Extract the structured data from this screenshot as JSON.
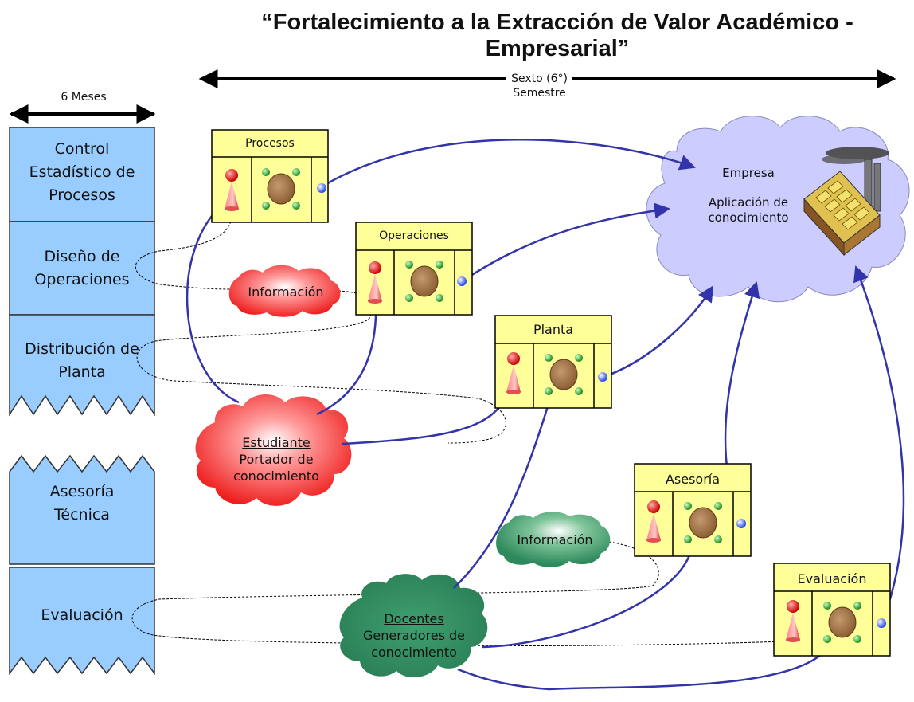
{
  "title": "“Fortalecimiento a la Extracción de Valor Académico - Empresarial”",
  "timeline": {
    "semester_line1": "Sexto (6°)",
    "semester_line2": "Semestre",
    "left_span": "6 Meses"
  },
  "stages": {
    "top": [
      {
        "label": "Control Estadístico de Procesos"
      },
      {
        "label": "Diseño de Operaciones"
      },
      {
        "label": "Distribución de Planta"
      }
    ],
    "bottom": [
      {
        "label": "Asesoría Técnica"
      },
      {
        "label": "Evaluación"
      }
    ]
  },
  "boxes": {
    "procesos": "Procesos",
    "operaciones": "Operaciones",
    "planta": "Planta",
    "asesoria": "Asesoría",
    "evaluacion": "Evaluación"
  },
  "clouds": {
    "empresa_title": "Empresa",
    "empresa_sub1": "Aplicación de",
    "empresa_sub2": "conocimiento",
    "info_red": "Información",
    "info_green": "Información",
    "estudiante_title": "Estudiante",
    "estudiante_sub1": "Portador de",
    "estudiante_sub2": "conocimiento",
    "docentes_title": "Docentes",
    "docentes_sub1": "Generadores de",
    "docentes_sub2": "conocimiento"
  },
  "colors": {
    "stage_fill": "#99ccff",
    "box_fill": "#ffff99",
    "empresa_cloud": "#ccccff",
    "red_cloud": "#ee2222",
    "green_cloud": "#339966",
    "connector": "#3333aa"
  }
}
